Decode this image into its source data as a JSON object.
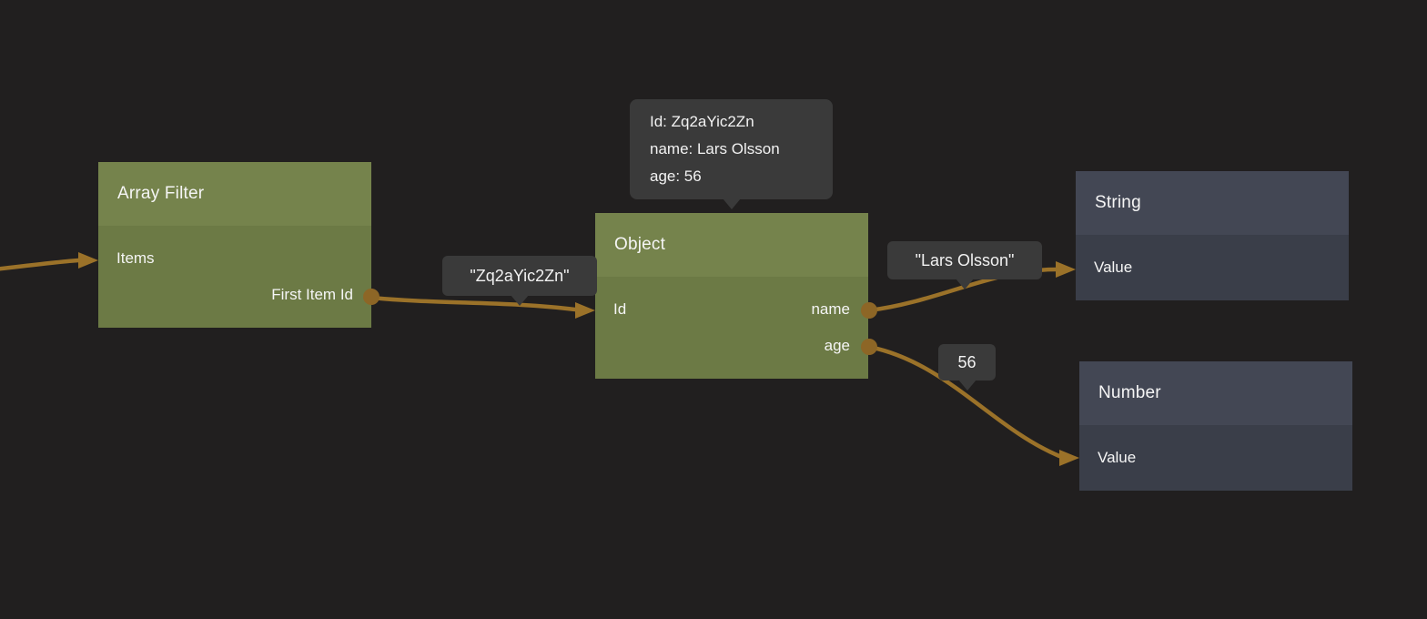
{
  "app": {
    "type": "node-flow-editor"
  },
  "colors": {
    "background": "#211f1f",
    "wire": "#9b7229",
    "port_dot": "#8d6626",
    "green_node_header": "#75834c",
    "green_node_body": "#6c7a45",
    "dark_node_header": "#434754",
    "dark_node_body": "#3a3e49",
    "bubble_background": "#3a3a3a",
    "text": "#f5f5f5"
  },
  "nodes": {
    "array_filter": {
      "title": "Array Filter",
      "inputs": [
        {
          "label": "Items"
        }
      ],
      "outputs": [
        {
          "label": "First Item Id"
        }
      ]
    },
    "object": {
      "title": "Object",
      "inputs": [
        {
          "label": "Id"
        }
      ],
      "outputs": [
        {
          "label": "name"
        },
        {
          "label": "age"
        }
      ]
    },
    "string": {
      "title": "String",
      "inputs": [
        {
          "label": "Value"
        }
      ]
    },
    "number": {
      "title": "Number",
      "inputs": [
        {
          "label": "Value"
        }
      ]
    }
  },
  "tooltip": {
    "lines": [
      "Id: Zq2aYic2Zn",
      "name: Lars Olsson",
      "age: 56"
    ]
  },
  "edge_labels": {
    "id_value": "\"Zq2aYic2Zn\"",
    "name_value": "\"Lars Olsson\"",
    "age_value": "56"
  }
}
